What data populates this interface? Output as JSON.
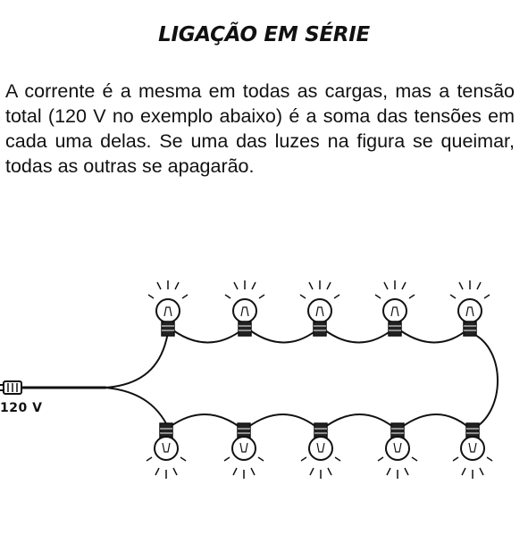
{
  "header": {
    "title": "LIGAÇÃO EM SÉRIE"
  },
  "body": {
    "paragraph": "A corrente é a mesma em todas as cargas, mas a tensão total (120 V no exemplo abaixo) é a soma das tensões em cada uma delas. Se uma das luzes na figura se queimar, todas as outras se apagarão."
  },
  "diagram": {
    "voltage_label": "120 V",
    "top_row_bulbs": 5,
    "bottom_row_bulbs": 5,
    "icons": [
      "light-bulb-icon",
      "plug-icon"
    ],
    "colors": {
      "ink": "#111111",
      "background": "#ffffff"
    }
  }
}
